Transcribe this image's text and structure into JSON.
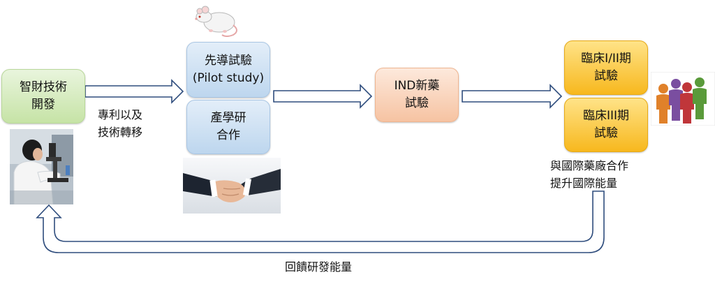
{
  "boxes": {
    "ip_dev": "智財技術\n開發",
    "pilot": "先導試驗\n(Pilot study)",
    "industry": "產學研\n合作",
    "ind": "IND新藥\n試驗",
    "phase12": "臨床I/II期\n試驗",
    "phase3": "臨床III期\n試驗"
  },
  "labels": {
    "patent": "專利以及\n技術轉移",
    "pharma": "與國際藥廠合作\n提升國際能量",
    "feedback": "回饋研發能量"
  },
  "icons": {
    "mouse": "mouse-icon",
    "handshake": "handshake-icon",
    "researcher": "researcher-microscope-icon",
    "people": "people-group-icon"
  },
  "colors": {
    "arrow_stroke": "#2f4d7d",
    "green": "#c6e3a6",
    "blue": "#bdd6ee",
    "peach": "#f6c3a2",
    "gold": "#f7b81e"
  }
}
